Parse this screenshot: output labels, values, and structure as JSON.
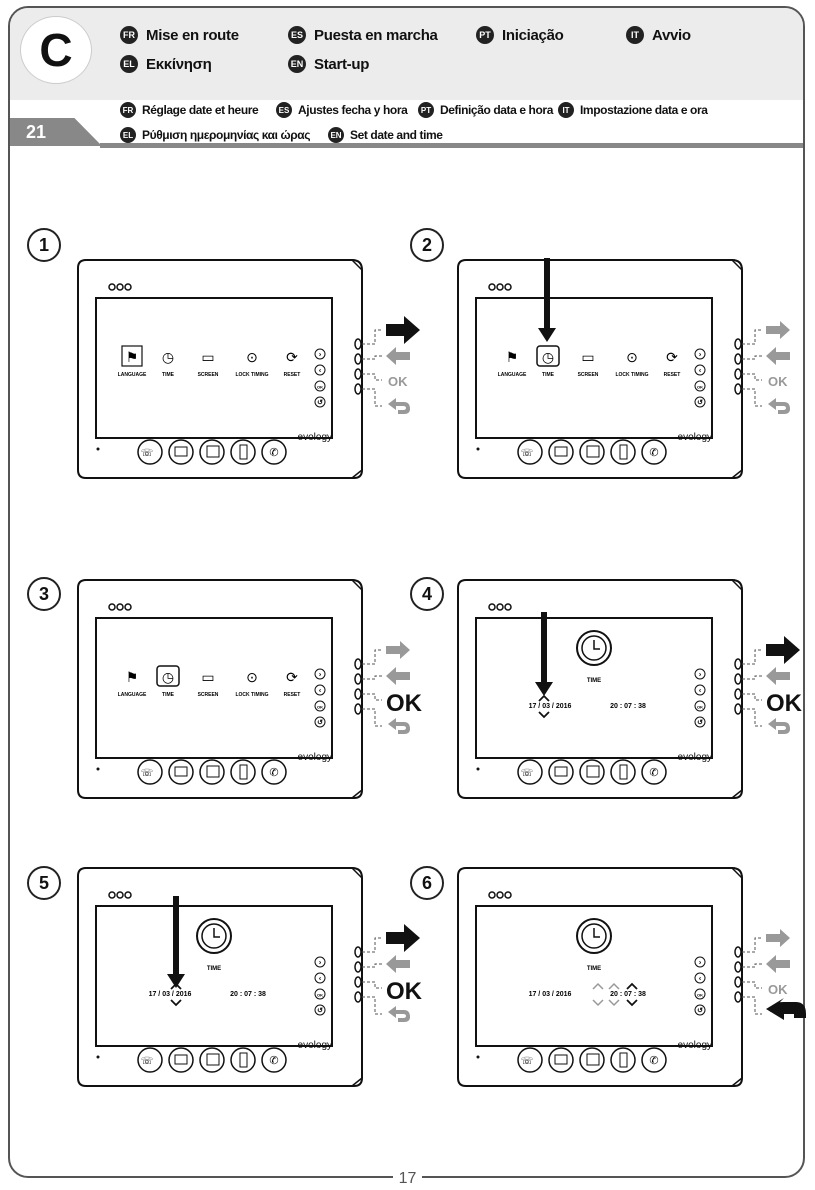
{
  "section": {
    "letter": "C",
    "langs": [
      {
        "code": "FR",
        "text": "Mise en route"
      },
      {
        "code": "ES",
        "text": "Puesta en marcha"
      },
      {
        "code": "PT",
        "text": "Iniciação"
      },
      {
        "code": "IT",
        "text": "Avvio"
      },
      {
        "code": "EL",
        "text": "Εκκίνηση"
      },
      {
        "code": "EN",
        "text": "Start-up"
      }
    ]
  },
  "subsection": {
    "number": "21",
    "langs": [
      {
        "code": "FR",
        "text": "Réglage date et heure"
      },
      {
        "code": "ES",
        "text": "Ajustes fecha y hora"
      },
      {
        "code": "PT",
        "text": "Definição data e hora"
      },
      {
        "code": "IT",
        "text": "Impostazione data e ora"
      },
      {
        "code": "EL",
        "text": "Ρύθμιση ημερομηνίας και ώρας"
      },
      {
        "code": "EN",
        "text": "Set date and time"
      }
    ]
  },
  "steps": [
    "1",
    "2",
    "3",
    "4",
    "5",
    "6"
  ],
  "menu_labels": [
    "LANGUAGE",
    "TIME",
    "SCREEN",
    "LOCK TIMING",
    "RESET"
  ],
  "time_label": "TIME",
  "date_value": "17 / 03 / 2016",
  "time_value": "20 : 07 : 38",
  "brand": "evology",
  "ok_label": "OK",
  "side_btn_ok": "OK",
  "page_number": "17"
}
